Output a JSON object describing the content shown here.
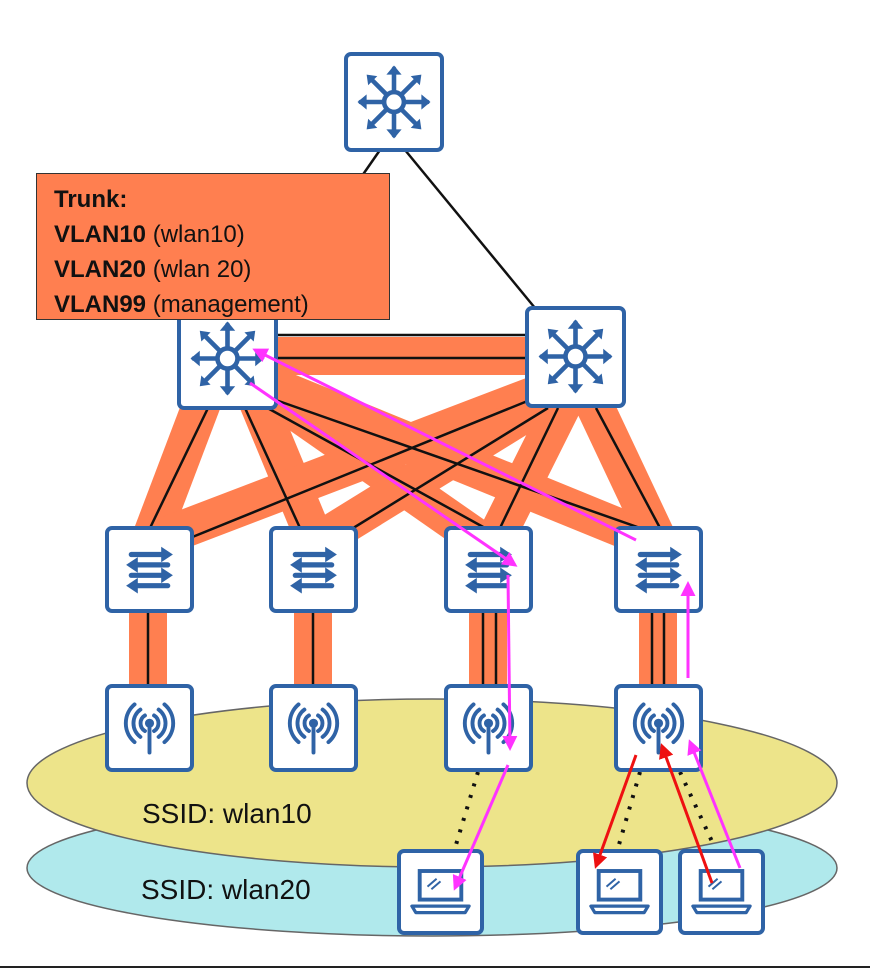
{
  "trunk_note": {
    "title": "Trunk:",
    "entries": [
      {
        "vlan": "VLAN10",
        "desc": "(wlan10)"
      },
      {
        "vlan": "VLAN20",
        "desc": "(wlan 20)"
      },
      {
        "vlan": "VLAN99",
        "desc": "(management)"
      }
    ]
  },
  "ssids": [
    {
      "label": "SSID: wlan10"
    },
    {
      "label": "SSID: wlan20"
    }
  ],
  "colors": {
    "device_border": "#2f63a6",
    "trunk_band": "#ff7f50",
    "ssid_wlan10": "#ede48a",
    "ssid_wlan20": "#b0e9ec",
    "traffic_vlan10": "#ff33ff",
    "traffic_vlan20": "#ee1111"
  },
  "icons": {
    "core": "multilayer-switch-icon",
    "distribution": "multilayer-switch-icon",
    "access": "l2-switch-icon",
    "ap": "wireless-ap-icon",
    "client": "laptop-icon"
  }
}
